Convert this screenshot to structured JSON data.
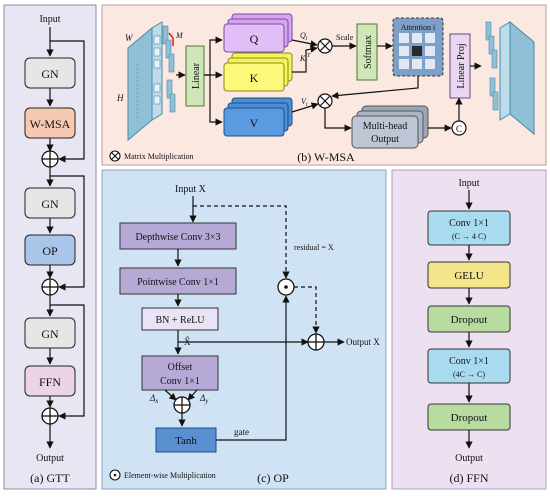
{
  "panel_a": {
    "input": "Input",
    "output": "Output",
    "caption": "(a) GTT",
    "blocks": [
      "GN",
      "W-MSA",
      "GN",
      "OP",
      "GN",
      "FFN"
    ]
  },
  "panel_b": {
    "caption": "(b) W-MSA",
    "labels": {
      "w": "W",
      "h": "H",
      "m": "M",
      "linear": "Linear",
      "q": "Q",
      "k": "K",
      "v": "V",
      "qi": "Q",
      "qi_sub": "i",
      "ki": "K",
      "ki_sub": "i",
      "ki_sup": "T",
      "vi": "V",
      "vi_sub": "i",
      "scale": "Scale",
      "softmax": "Softmax",
      "attention": "Attention i",
      "linear_proj": "Linear Proj",
      "multihead_1": "Multi-head",
      "multihead_2": "Output",
      "c": "C",
      "legend": "Matrix Multiplication"
    }
  },
  "panel_c": {
    "caption": "(c) OP",
    "input": "Input X",
    "depthwise": "Depthwise Conv 3×3",
    "pointwise": "Pointwise Conv 1×1",
    "bn": "BN + ReLU",
    "offset_1": "Offset",
    "offset_2": "Conv 1×1",
    "tanh": "Tanh",
    "residual": "residual = X",
    "gate": "gate",
    "xhat": "X̂",
    "output": "Output X",
    "delta_x": "Δ",
    "delta_x_sub": "x",
    "delta_y": "Δ",
    "delta_y_sub": "y",
    "legend": "Element-wise Multiplication"
  },
  "panel_d": {
    "caption": "(d) FFN",
    "input": "Input",
    "output": "Output",
    "conv1_1": "Conv 1×1",
    "conv1_2": "(C → 4 C)",
    "gelu": "GELU",
    "dropout1": "Dropout",
    "conv2_1": "Conv 1×1",
    "conv2_2": "(4C → C)",
    "dropout2": "Dropout"
  }
}
